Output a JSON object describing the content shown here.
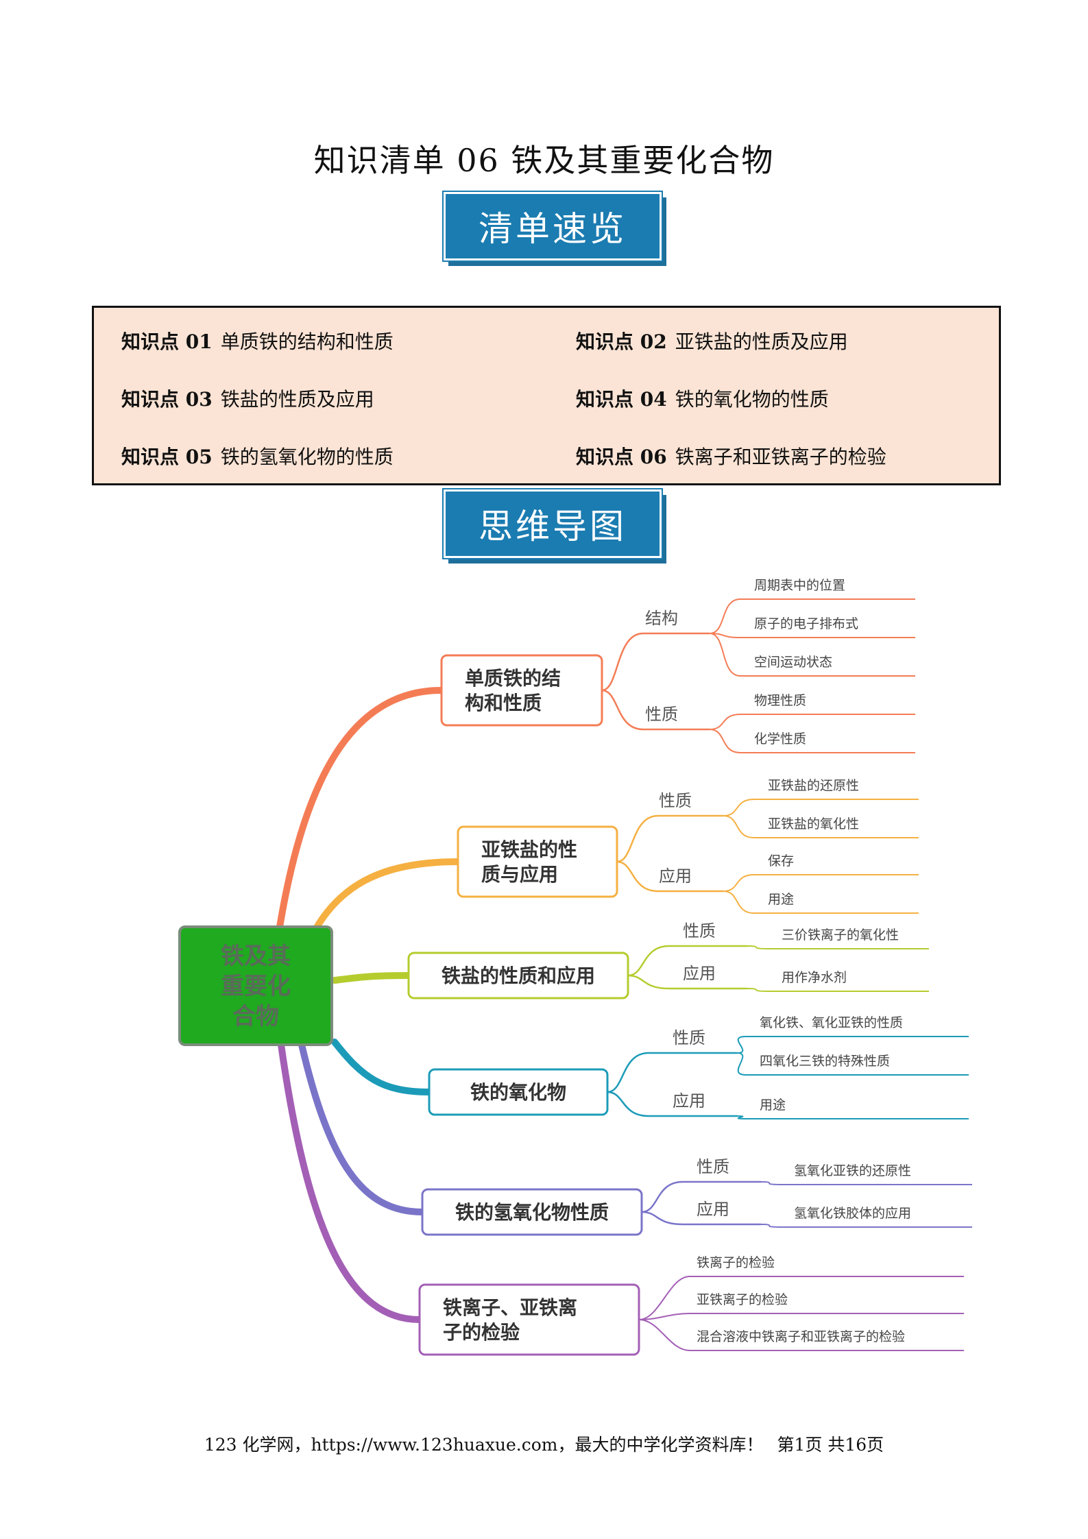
{
  "title": "知识清单 06    铁及其重要化合物",
  "banners": {
    "overview": "清单速览",
    "mindmap": "思维导图"
  },
  "toc": [
    {
      "key": "知识点 01",
      "text": "单质铁的结构和性质"
    },
    {
      "key": "知识点 02",
      "text": "亚铁盐的性质及应用"
    },
    {
      "key": "知识点 03",
      "text": "铁盐的性质及应用"
    },
    {
      "key": "知识点 04",
      "text": "铁的氧化物的性质"
    },
    {
      "key": "知识点 05",
      "text": "铁的氢氧化物的性质"
    },
    {
      "key": "知识点 06",
      "text": "铁离子和亚铁离子的检验"
    }
  ],
  "mindmap": {
    "root": [
      "铁及其",
      "重要化",
      "合物"
    ],
    "colors": {
      "root_fill": "#1faa1f",
      "root_border": "#7a8c7a",
      "root_text": "#5a6b5a",
      "b1": "#f47c55",
      "b2": "#f5b041",
      "b3": "#b5cc2e",
      "b4": "#1b9bb8",
      "b5": "#7a74c9",
      "b6": "#a35fb5"
    },
    "branches": [
      {
        "label": [
          "单质铁的结",
          "构和性质"
        ],
        "groups": [
          {
            "label": "结构",
            "leaves": [
              "周期表中的位置",
              "原子的电子排布式",
              "空间运动状态"
            ]
          },
          {
            "label": "性质",
            "leaves": [
              "物理性质",
              "化学性质"
            ]
          }
        ]
      },
      {
        "label": [
          "亚铁盐的性",
          "质与应用"
        ],
        "groups": [
          {
            "label": "性质",
            "leaves": [
              "亚铁盐的还原性",
              "亚铁盐的氧化性"
            ]
          },
          {
            "label": "应用",
            "leaves": [
              "保存",
              "用途"
            ]
          }
        ]
      },
      {
        "label": [
          "铁盐的性质和应用"
        ],
        "groups": [
          {
            "label": "性质",
            "leaves": [
              "三价铁离子的氧化性"
            ]
          },
          {
            "label": "应用",
            "leaves": [
              "用作净水剂"
            ]
          }
        ]
      },
      {
        "label": [
          "铁的氧化物"
        ],
        "groups": [
          {
            "label": "性质",
            "leaves": [
              "氧化铁、氧化亚铁的性质",
              "四氧化三铁的特殊性质"
            ]
          },
          {
            "label": "应用",
            "leaves": [
              "用途"
            ]
          }
        ]
      },
      {
        "label": [
          "铁的氢氧化物性质"
        ],
        "groups": [
          {
            "label": "性质",
            "leaves": [
              "氢氧化亚铁的还原性"
            ]
          },
          {
            "label": "应用",
            "leaves": [
              "氢氧化铁胶体的应用"
            ]
          }
        ]
      },
      {
        "label": [
          "铁离子、亚铁离",
          "子的检验"
        ],
        "groups": [
          {
            "label": "",
            "leaves": [
              "铁离子的检验",
              "亚铁离子的检验",
              "混合溶液中铁离子和亚铁离子的检验"
            ]
          }
        ]
      }
    ]
  },
  "footer": {
    "site": "123 化学网，https://www.123huaxue.com，最大的中学化学资料库！",
    "page": "第1页  共16页"
  }
}
